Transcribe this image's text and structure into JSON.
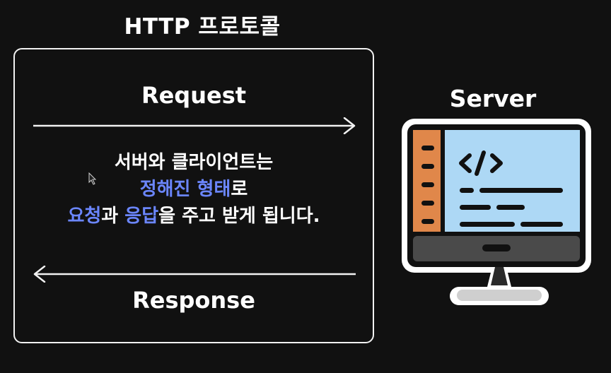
{
  "title": "HTTP 프로토콜",
  "request_label": "Request",
  "response_label": "Response",
  "description": {
    "line1": "서버와 클라이언트는",
    "line2_highlight": "정해진 형태",
    "line2_rest": "로",
    "line3_h1": "요청",
    "line3_t1": "과 ",
    "line3_h2": "응답",
    "line3_t2": "을 주고 받게 됩니다."
  },
  "server_label": "Server",
  "server_screen_code_icon": "</>",
  "colors": {
    "background": "#111111",
    "text": "#ffffff",
    "highlight": "#6b86ff",
    "screen": "#add8f5",
    "sidebar": "#e0874a"
  }
}
